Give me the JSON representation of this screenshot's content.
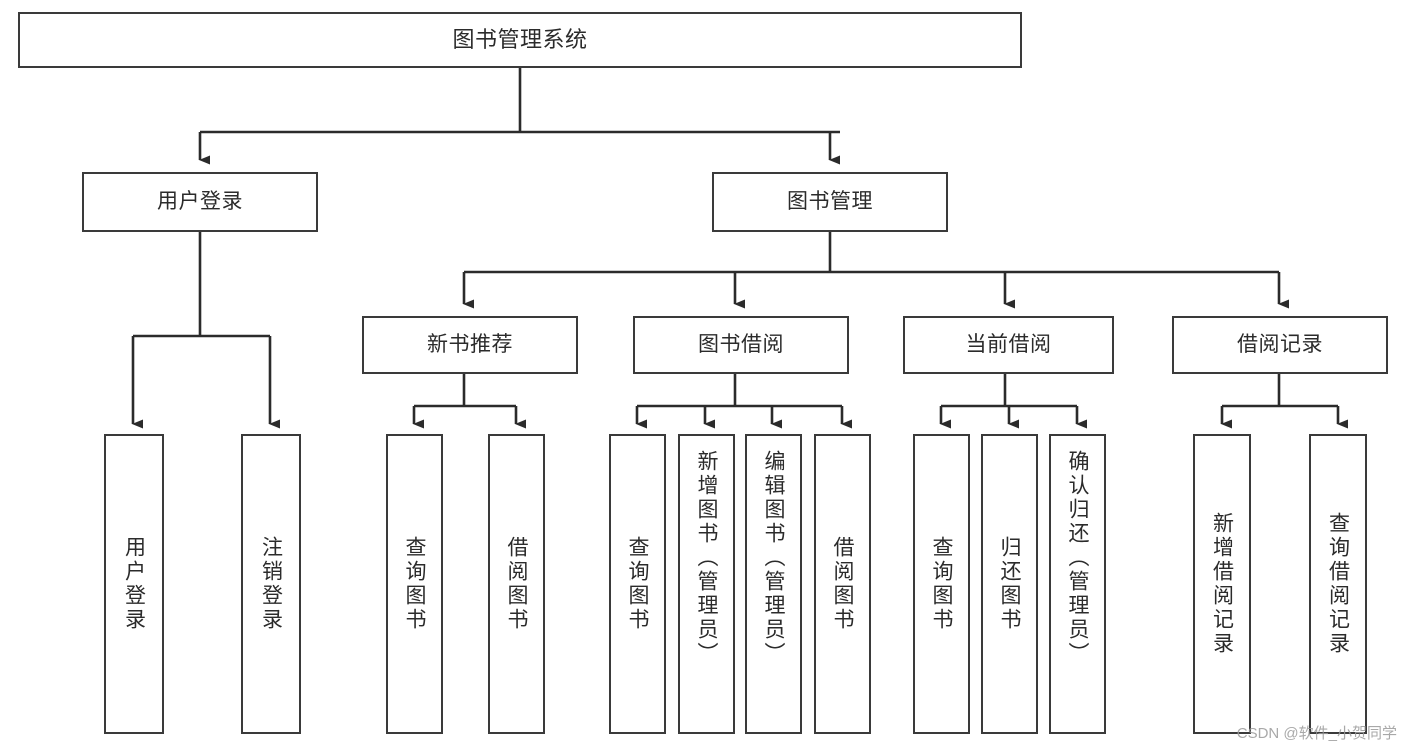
{
  "diagram": {
    "title": "图书管理系统",
    "type": "hierarchy-tree",
    "watermark": "CSDN @软件_小贺同学",
    "colors": {
      "box_border": "#3a3a3a",
      "box_fill": "#ffffff",
      "connector": "#2b2b2b",
      "text": "#2b2b2b",
      "watermark": "#9a9a9a"
    },
    "levels": [
      {
        "level": 1,
        "nodes": [
          {
            "id": "root",
            "label": "图书管理系统",
            "orientation": "horizontal"
          }
        ]
      },
      {
        "level": 2,
        "nodes": [
          {
            "id": "login",
            "label": "用户登录",
            "orientation": "horizontal",
            "parent": "root"
          },
          {
            "id": "bookmgmt",
            "label": "图书管理",
            "orientation": "horizontal",
            "parent": "root"
          }
        ]
      },
      {
        "level": 3,
        "nodes": [
          {
            "id": "newbook",
            "label": "新书推荐",
            "orientation": "horizontal",
            "parent": "bookmgmt"
          },
          {
            "id": "borrow",
            "label": "图书借阅",
            "orientation": "horizontal",
            "parent": "bookmgmt"
          },
          {
            "id": "current",
            "label": "当前借阅",
            "orientation": "horizontal",
            "parent": "bookmgmt"
          },
          {
            "id": "records",
            "label": "借阅记录",
            "orientation": "horizontal",
            "parent": "bookmgmt"
          }
        ]
      },
      {
        "level": 4,
        "nodes": [
          {
            "id": "leaf1",
            "label": "用户登录",
            "orientation": "vertical",
            "parent": "login"
          },
          {
            "id": "leaf2",
            "label": "注销登录",
            "orientation": "vertical",
            "parent": "login"
          },
          {
            "id": "leaf3",
            "label": "查询图书",
            "orientation": "vertical",
            "parent": "newbook"
          },
          {
            "id": "leaf4",
            "label": "借阅图书",
            "orientation": "vertical",
            "parent": "newbook"
          },
          {
            "id": "leaf5",
            "label": "查询图书",
            "orientation": "vertical",
            "parent": "borrow"
          },
          {
            "id": "leaf6",
            "label": "新增图书（管理员）",
            "orientation": "vertical",
            "parent": "borrow"
          },
          {
            "id": "leaf7",
            "label": "编辑图书（管理员）",
            "orientation": "vertical",
            "parent": "borrow"
          },
          {
            "id": "leaf8",
            "label": "借阅图书",
            "orientation": "vertical",
            "parent": "borrow"
          },
          {
            "id": "leaf9",
            "label": "查询图书",
            "orientation": "vertical",
            "parent": "current"
          },
          {
            "id": "leaf10",
            "label": "归还图书",
            "orientation": "vertical",
            "parent": "current"
          },
          {
            "id": "leaf11",
            "label": "确认归还（管理员）",
            "orientation": "vertical",
            "parent": "current"
          },
          {
            "id": "leaf12",
            "label": "新增借阅记录",
            "orientation": "vertical",
            "parent": "records"
          },
          {
            "id": "leaf13",
            "label": "查询借阅记录",
            "orientation": "vertical",
            "parent": "records"
          }
        ]
      }
    ],
    "edges": [
      {
        "from": "root",
        "to": "login"
      },
      {
        "from": "root",
        "to": "bookmgmt"
      },
      {
        "from": "bookmgmt",
        "to": "newbook"
      },
      {
        "from": "bookmgmt",
        "to": "borrow"
      },
      {
        "from": "bookmgmt",
        "to": "current"
      },
      {
        "from": "bookmgmt",
        "to": "records"
      },
      {
        "from": "login",
        "to": "leaf1"
      },
      {
        "from": "login",
        "to": "leaf2"
      },
      {
        "from": "newbook",
        "to": "leaf3"
      },
      {
        "from": "newbook",
        "to": "leaf4"
      },
      {
        "from": "borrow",
        "to": "leaf5"
      },
      {
        "from": "borrow",
        "to": "leaf6"
      },
      {
        "from": "borrow",
        "to": "leaf7"
      },
      {
        "from": "borrow",
        "to": "leaf8"
      },
      {
        "from": "current",
        "to": "leaf9"
      },
      {
        "from": "current",
        "to": "leaf10"
      },
      {
        "from": "current",
        "to": "leaf11"
      },
      {
        "from": "records",
        "to": "leaf12"
      },
      {
        "from": "records",
        "to": "leaf13"
      }
    ]
  }
}
